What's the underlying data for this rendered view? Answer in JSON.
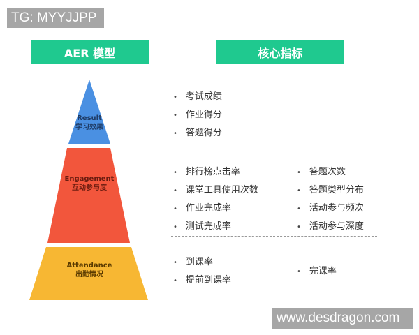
{
  "watermark_top": "TG: MYYJJPP",
  "watermark_bottom": "www.desdragon.com",
  "headers": {
    "model": "AER 模型",
    "metrics": "核心指标"
  },
  "colors": {
    "header": "#1fc98f",
    "result": "#4a90e2",
    "engagement": "#f2563c",
    "attendance": "#f7b733"
  },
  "levels": [
    {
      "en": "Result",
      "zh": "学习效果",
      "metrics_left": [
        "考试成绩",
        "作业得分",
        "答题得分"
      ],
      "metrics_right": []
    },
    {
      "en": "Engagement",
      "zh": "互动参与度",
      "metrics_left": [
        "排行榜点击率",
        "课堂工具使用次数",
        "作业完成率",
        "测试完成率"
      ],
      "metrics_right": [
        "答题次数",
        "答题类型分布",
        "活动参与频次",
        "活动参与深度"
      ]
    },
    {
      "en": "Attendance",
      "zh": "出勤情况",
      "metrics_left": [
        "到课率",
        "提前到课率"
      ],
      "metrics_right": [
        "完课率"
      ]
    }
  ]
}
